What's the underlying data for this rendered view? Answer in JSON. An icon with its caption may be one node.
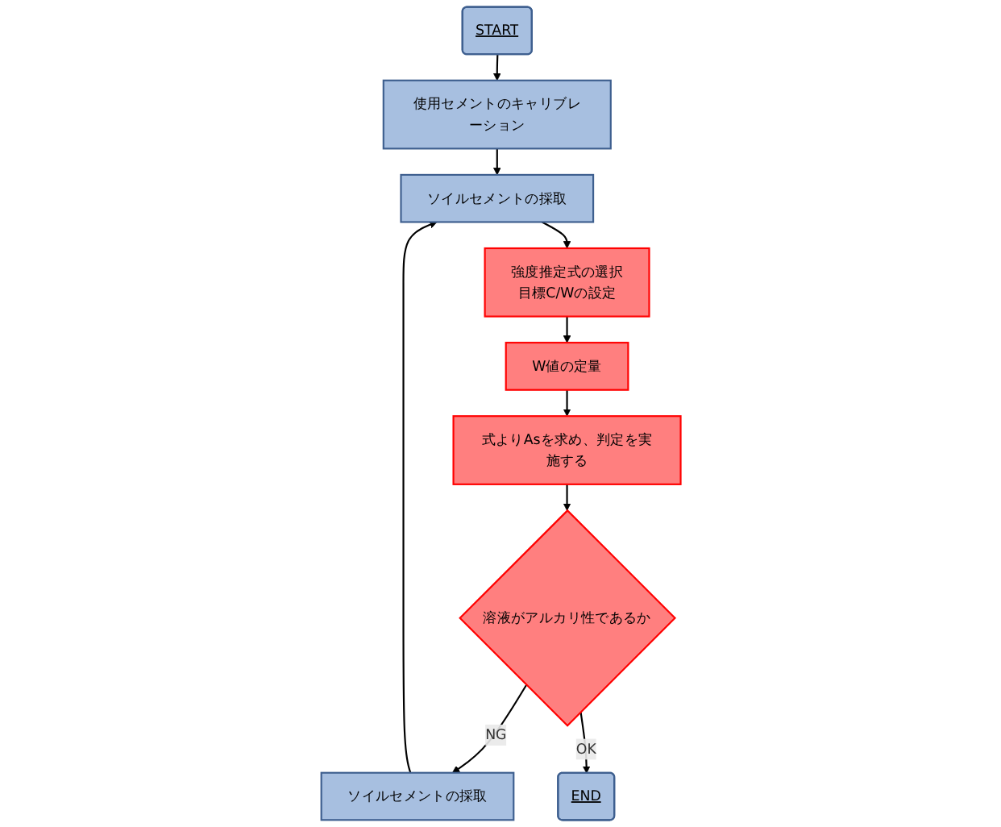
{
  "diagram": {
    "nodes": [
      {
        "text": [
          "START"
        ]
      },
      {
        "text": [
          "使用セメントのキャリブレーション"
        ]
      },
      {
        "text": [
          "ソイルセメントの採取"
        ]
      },
      {
        "text": [
          "強度推定式の選択",
          "目標C/Wの設定"
        ]
      },
      {
        "text": [
          "W値の定量"
        ]
      },
      {
        "text": [
          "式よりAsを求め、判定を実施する"
        ]
      },
      {
        "text": [
          "溶液がアルカリ性であるか"
        ]
      },
      {
        "text": [
          "ソイルセメントの採取"
        ]
      },
      {
        "text": [
          "END"
        ]
      }
    ],
    "edges": [
      {
        "from": 0,
        "to": 1,
        "arrow": "to"
      },
      {
        "from": 1,
        "to": 2,
        "arrow": "to"
      },
      {
        "from": 2,
        "to": 3,
        "arrow": "to"
      },
      {
        "from": 3,
        "to": 4,
        "arrow": "to"
      },
      {
        "from": 4,
        "to": 5,
        "arrow": "to"
      },
      {
        "from": 5,
        "to": 6,
        "arrow": "to"
      },
      {
        "from": 6,
        "to": 7,
        "label": "NG",
        "arrow": "to"
      },
      {
        "from": 7,
        "to": 2,
        "arrow": "to"
      },
      {
        "from": 6,
        "to": 8,
        "label": "OK",
        "arrow": "to"
      }
    ]
  }
}
